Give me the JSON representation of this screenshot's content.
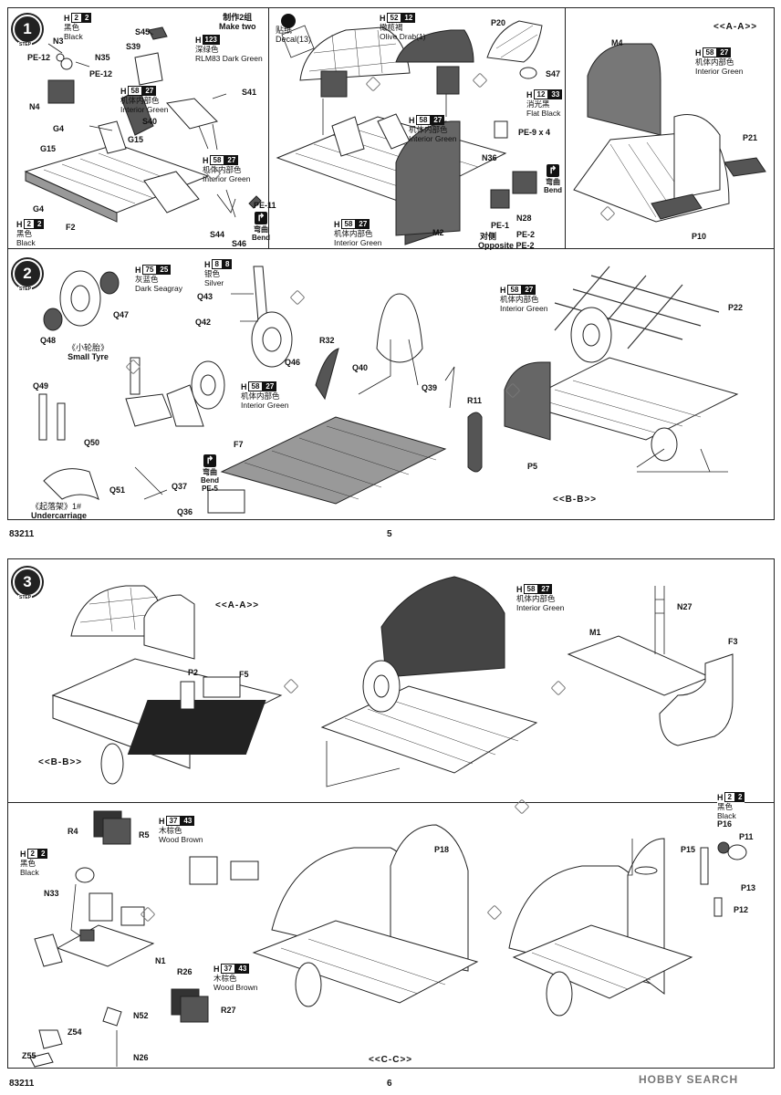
{
  "page": {
    "kit_number": "83211",
    "page_top": "5",
    "page_bottom": "6",
    "watermark": "HOBBY SEARCH"
  },
  "step1": {
    "step_label": "1",
    "step_word": "STEP",
    "make_two_cn": "制作2组",
    "make_two_en": "Make two",
    "decal": "Decal(13)",
    "decal_cn": "贴纸",
    "paints": [
      {
        "h": "2",
        "n": "2",
        "cn": "黑色",
        "en": "Black"
      },
      {
        "h": "123",
        "n": "",
        "cn": "深绿色",
        "en": "RLM83 Dark Green"
      },
      {
        "h": "58",
        "n": "27",
        "cn": "机体内部色",
        "en": "Interior Green"
      },
      {
        "h": "52",
        "n": "12",
        "cn": "橄榄褐",
        "en": "Olive Drab(1)"
      },
      {
        "h": "12",
        "n": "33",
        "cn": "消光黑",
        "en": "Flat Black"
      }
    ],
    "parts": [
      "S45",
      "S39",
      "N3",
      "N35",
      "PE-12",
      "PE-12",
      "N4",
      "S41",
      "S40",
      "G4",
      "G15",
      "G15",
      "G4",
      "F2",
      "PE-11",
      "S44",
      "S46",
      "M2",
      "P20",
      "S47",
      "PE-9 x 4",
      "N36",
      "N28",
      "PE-1",
      "PE-2",
      "M4",
      "P21",
      "P10"
    ],
    "opposite_cn": "对侧",
    "opposite_en": "Opposite PE-2",
    "bend_cn": "弯曲",
    "bend_en": "Bend",
    "section": "<<A-A>>"
  },
  "step2": {
    "step_label": "2",
    "small_tyre_cn": "《小轮胎》",
    "small_tyre_en": "Small Tyre",
    "undercarriage_cn": "《起落架》1#",
    "undercarriage_en": "Undercarriage",
    "paints": [
      {
        "h": "75",
        "n": "25",
        "cn": "灰蓝色",
        "en": "Dark Seagray"
      },
      {
        "h": "8",
        "n": "8",
        "cn": "银色",
        "en": "Silver"
      },
      {
        "h": "58",
        "n": "27",
        "cn": "机体内部色",
        "en": "Interior Green"
      }
    ],
    "parts": [
      "Q47",
      "Q48",
      "Q43",
      "Q42",
      "Q46",
      "Q49",
      "Q50",
      "Q51",
      "Q37",
      "Q36",
      "R32",
      "Q40",
      "Q39",
      "R11",
      "F7",
      "PE-5",
      "P22",
      "P5"
    ],
    "bend_cn": "弯曲",
    "bend_en": "Bend",
    "bend_part": "PE-5",
    "section": "<<B-B>>"
  },
  "step3": {
    "step_label": "3",
    "paints": [
      {
        "h": "58",
        "n": "27",
        "cn": "机体内部色",
        "en": "Interior Green"
      },
      {
        "h": "37",
        "n": "43",
        "cn": "木棕色",
        "en": "Wood Brown"
      },
      {
        "h": "2",
        "n": "2",
        "cn": "黑色",
        "en": "Black"
      }
    ],
    "parts": [
      "P2",
      "F5",
      "N27",
      "M1",
      "F3",
      "R4",
      "R5",
      "N33",
      "N1",
      "R26",
      "R27",
      "N52",
      "Z54",
      "Z55",
      "N26",
      "P18",
      "P16",
      "P11",
      "P15",
      "P13",
      "P12"
    ],
    "sections": [
      "<<A-A>>",
      "<<B-B>>",
      "<<C-C>>"
    ]
  }
}
